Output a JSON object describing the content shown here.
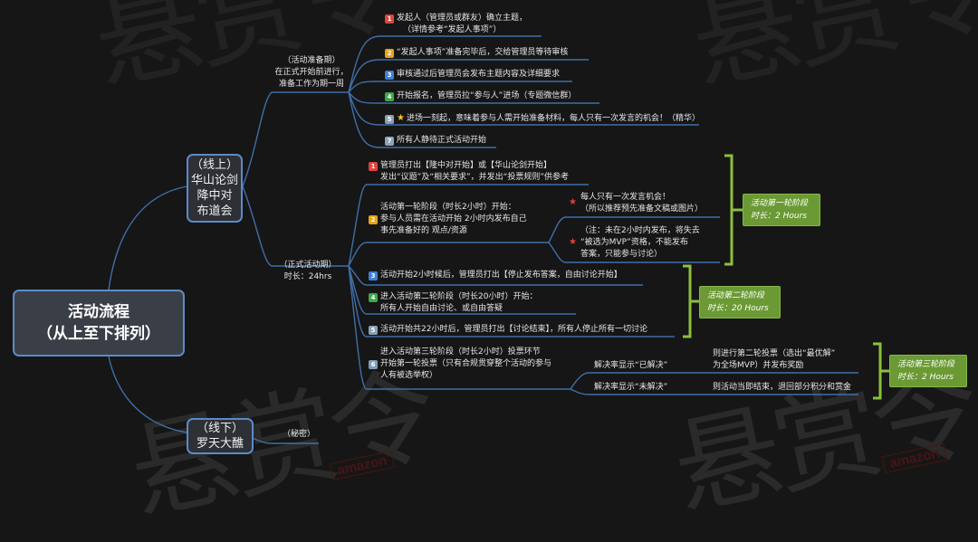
{
  "root": {
    "line1": "活动流程",
    "line2": "（从上至下排列）"
  },
  "branches": {
    "online": {
      "line1": "（线上）",
      "line2": "华山论剑",
      "line3": "降中对",
      "line4": "布道会"
    },
    "offline": {
      "line1": "（线下）",
      "line2": "罗天大醮"
    }
  },
  "prep": {
    "label1": "（活动准备期）",
    "label2": "在正式开始前进行，",
    "label3": "准备工作为期一周",
    "items": [
      {
        "badge": "1",
        "line1": "发起人（管理员或群友）确立主题，",
        "line2": "（详情参考“发起人事项”）"
      },
      {
        "badge": "2",
        "text": "“发起人事项”准备完毕后，交给管理员等待审核"
      },
      {
        "badge": "3",
        "text": "审核通过后管理员会发布主题内容及详细要求"
      },
      {
        "badge": "4",
        "text": "开始报名，管理员拉“参与人”进场（专题微信群）"
      },
      {
        "badge": "5",
        "text": "进场一刻起，意味着参与人需开始准备材料，每人只有一次发言的机会！（精华）"
      },
      {
        "badge": "7",
        "text": "所有人静待正式活动开始"
      }
    ]
  },
  "formal": {
    "label1": "（正式活动期）",
    "label2": "时长：24hrs",
    "s1": {
      "badge": "1",
      "line1": "管理员打出【隆中对开始】或【华山论剑开始】",
      "line2": "发出“议题”及“相关要求”，并发出“投票规则”供参考"
    },
    "s2": {
      "badge": "2",
      "line1": "活动第一轮阶段（时长2小时）开始：",
      "line2": "参与人员需在活动开始 2小时内发布自己",
      "line3": "事先准备好的 观点/资源",
      "subA1": "每人只有一次发言机会！",
      "subA2": "（所以推荐预先准备文稿或图片）",
      "subB1": "（注：未在2小时内发布，将失去",
      "subB2": "“被选为MVP”资格，不能发布",
      "subB3": "答案，只能参与讨论）"
    },
    "s3": {
      "badge": "3",
      "text": "活动开始2小时候后，管理员打出【停止发布答案，自由讨论开始】"
    },
    "s4": {
      "badge": "4",
      "line1": "进入活动第二轮阶段（时长20小时）开始：",
      "line2": "所有人开始自由讨论、或自由答疑"
    },
    "s5": {
      "badge": "5",
      "text": "活动开始共22小时后，管理员打出【讨论结束】，所有人停止所有一切讨论"
    },
    "s6": {
      "badge": "6",
      "line1": "进入活动第三轮阶段（时长2小时）投票环节",
      "line2": "开始第一轮投票（只有合规贯穿整个活动的参与",
      "line3": "人有被选举权）",
      "optA": "解决率显示“已解决”",
      "optA_r1": "则进行第二轮投票（选出“最优解”",
      "optA_r2": "为全场MVP）并发布奖励",
      "optB": "解决率显示“未解决”",
      "optB_r": "则活动当即结束，退回部分积分和赏金"
    }
  },
  "offline_note": "（秘密）",
  "callouts": {
    "c1": {
      "line1": "活动第一轮阶段",
      "line2": "时长：2 Hours"
    },
    "c2": {
      "line1": "活动第二轮阶段",
      "line2": "时长：20 Hours"
    },
    "c3": {
      "line1": "活动第三轮阶段",
      "line2": "时长：2 Hours"
    }
  },
  "watermark": {
    "glyphs": "悬赏令",
    "brand": "amazon"
  },
  "colors": {
    "line": "#3f6fa8",
    "bracket": "#8cbf3e",
    "callout": "#6b9a34",
    "root_border": "#5d8ac8"
  }
}
